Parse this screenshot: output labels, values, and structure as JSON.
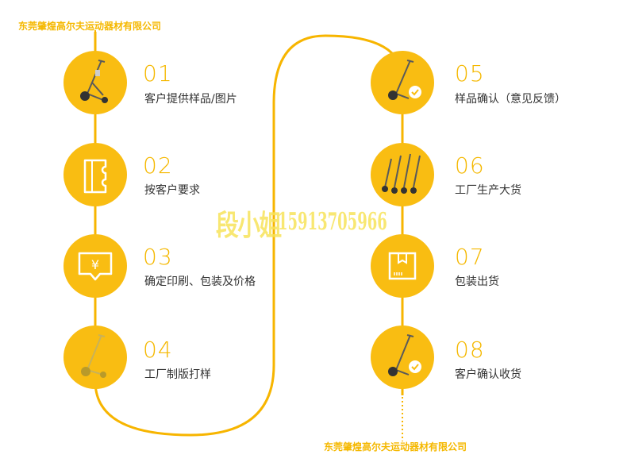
{
  "company_labels": {
    "top": "东莞肇煌高尔夫运动器材有限公司",
    "bottom": "东莞肇煌高尔夫运动器材有限公司"
  },
  "watermark": {
    "name": "段小姐",
    "phone": "15913705966"
  },
  "colors": {
    "accent": "#f9bd12",
    "line": "#f7b500",
    "text": "#333333"
  },
  "steps": [
    {
      "num": "01",
      "text": "客户提供样品/图片",
      "icon": "golf-cart-icon"
    },
    {
      "num": "02",
      "text": "按客户要求",
      "icon": "voucher-icon"
    },
    {
      "num": "03",
      "text": "确定印刷、包装及价格",
      "icon": "price-chat-icon"
    },
    {
      "num": "04",
      "text": "工厂制版打样",
      "icon": "golf-cart-sample-icon"
    },
    {
      "num": "05",
      "text": "样品确认（意见反馈）",
      "icon": "golf-cart-check-icon"
    },
    {
      "num": "06",
      "text": "工厂生产大货",
      "icon": "golf-carts-batch-icon"
    },
    {
      "num": "07",
      "text": "包装出货",
      "icon": "package-box-icon"
    },
    {
      "num": "08",
      "text": "客户确认收货",
      "icon": "golf-cart-received-icon"
    }
  ]
}
